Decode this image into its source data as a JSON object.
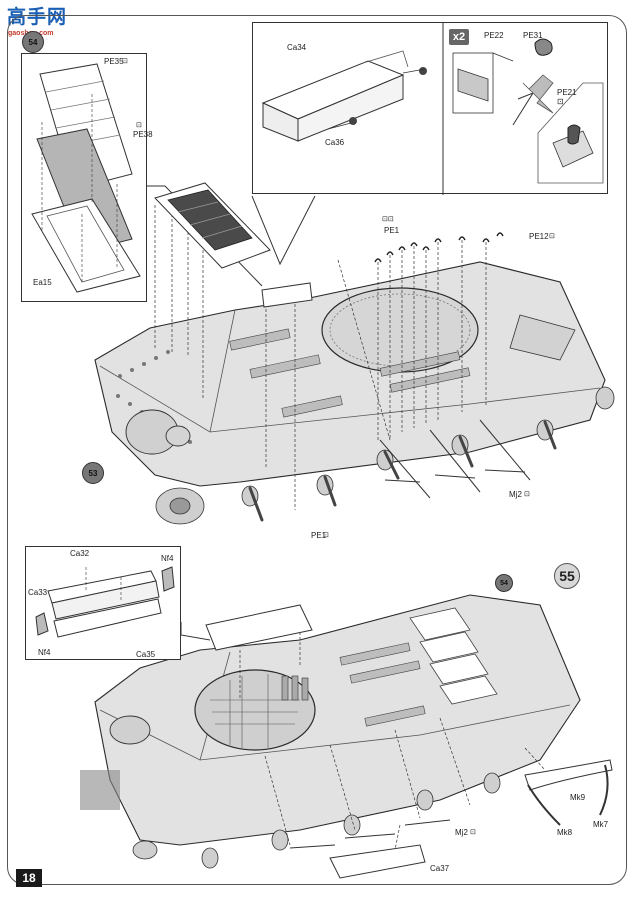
{
  "watermark": {
    "logo_text": "高手网",
    "url": "gaoshou.com"
  },
  "page": {
    "number": "18"
  },
  "steps": {
    "upper_step": "54",
    "lower_step": "55"
  },
  "step_refs": {
    "upper_ref": "53",
    "lower_ref": "54"
  },
  "upper": {
    "inset_left": {
      "pe35": "PE35",
      "pe38": "PE38",
      "ea15": "Ea15"
    },
    "inset_right": {
      "ca34": "Ca34",
      "ca36": "Ca36",
      "multiplier": "x2",
      "pe22": "PE22",
      "pe31": "PE31",
      "pe21": "PE21"
    },
    "main": {
      "pe1_top": "PE1",
      "pe12": "PE12",
      "mj2": "Mj2",
      "pe1_bottom": "PE1"
    }
  },
  "lower": {
    "inset": {
      "ca32": "Ca32",
      "nf4_right": "Nf4",
      "ca33": "Ca33",
      "nf4_left": "Nf4",
      "ca35": "Ca35"
    },
    "main": {
      "mj2": "Mj2",
      "ca37": "Ca37",
      "mk9": "Mk9",
      "mk8": "Mk8",
      "mk7": "Mk7"
    }
  },
  "colors": {
    "hull": "#e2e2e2",
    "line": "#2a2a2a",
    "arrow": "#bdbdbd",
    "mesh": "#9a9a9a"
  },
  "icons": {
    "photoetch": "photo-etch-icon",
    "part": "plastic-part-icon"
  }
}
